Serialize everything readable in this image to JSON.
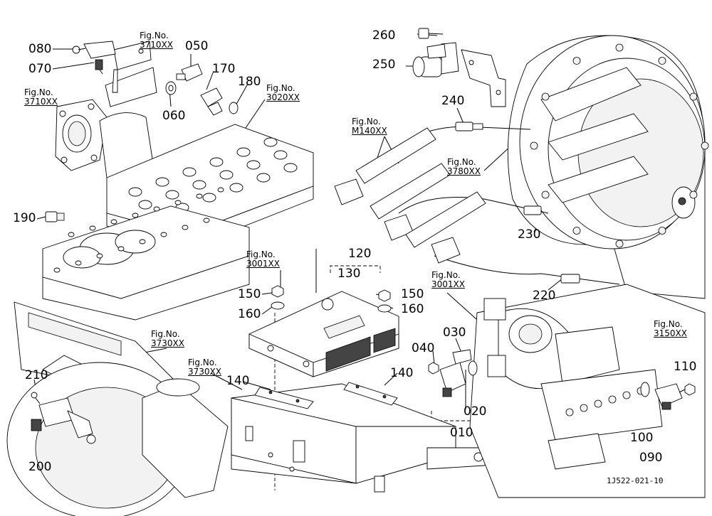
{
  "diagram_code": "1J522-021-10",
  "part_labels": [
    {
      "id": "p080",
      "text": "080"
    },
    {
      "id": "p070",
      "text": "070"
    },
    {
      "id": "p050",
      "text": "050"
    },
    {
      "id": "p170",
      "text": "170"
    },
    {
      "id": "p180",
      "text": "180"
    },
    {
      "id": "p060",
      "text": "060"
    },
    {
      "id": "p260",
      "text": "260"
    },
    {
      "id": "p250",
      "text": "250"
    },
    {
      "id": "p240",
      "text": "240"
    },
    {
      "id": "p190",
      "text": "190"
    },
    {
      "id": "p120",
      "text": "120"
    },
    {
      "id": "p130",
      "text": "130"
    },
    {
      "id": "p150a",
      "text": "150"
    },
    {
      "id": "p160a",
      "text": "160"
    },
    {
      "id": "p150b",
      "text": "150"
    },
    {
      "id": "p160b",
      "text": "160"
    },
    {
      "id": "p230",
      "text": "230"
    },
    {
      "id": "p220",
      "text": "220"
    },
    {
      "id": "p030",
      "text": "030"
    },
    {
      "id": "p040",
      "text": "040"
    },
    {
      "id": "p020",
      "text": "020"
    },
    {
      "id": "p010",
      "text": "010"
    },
    {
      "id": "p140a",
      "text": "140"
    },
    {
      "id": "p140b",
      "text": "140"
    },
    {
      "id": "p210",
      "text": "210"
    },
    {
      "id": "p200",
      "text": "200"
    },
    {
      "id": "p110",
      "text": "110"
    },
    {
      "id": "p100",
      "text": "100"
    },
    {
      "id": "p090",
      "text": "090"
    }
  ],
  "fig_refs": [
    {
      "id": "r3710a",
      "prefix": "Fig.No.",
      "number": "3710XX"
    },
    {
      "id": "r3710b",
      "prefix": "Fig.No.",
      "number": "3710XX"
    },
    {
      "id": "r3020",
      "prefix": "Fig.No.",
      "number": "3020XX"
    },
    {
      "id": "rM140",
      "prefix": "Fig.No.",
      "number": "M140XX"
    },
    {
      "id": "r3780",
      "prefix": "Fig.No.",
      "number": "3780XX"
    },
    {
      "id": "r3001a",
      "prefix": "Fig.No.",
      "number": "3001XX"
    },
    {
      "id": "r3001b",
      "prefix": "Fig.No.",
      "number": "3001XX"
    },
    {
      "id": "r3730a",
      "prefix": "Fig.No.",
      "number": "3730XX"
    },
    {
      "id": "r3730b",
      "prefix": "Fig.No.",
      "number": "3730XX"
    },
    {
      "id": "r3150",
      "prefix": "Fig.No.",
      "number": "3150XX"
    }
  ]
}
